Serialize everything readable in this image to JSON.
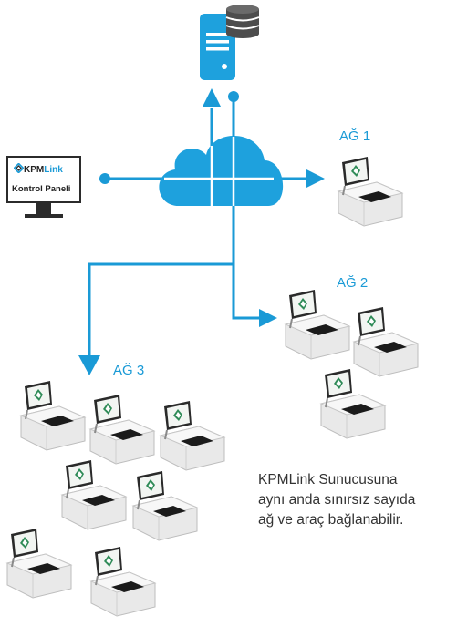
{
  "colors": {
    "accent": "#1a9ad6",
    "line": "#1a9ad6",
    "device_body": "#ededed",
    "screen_green": "#2e8b57"
  },
  "networks": [
    {
      "id": "ag1",
      "label": "AĞ 1",
      "device_count": 1
    },
    {
      "id": "ag2",
      "label": "AĞ 2",
      "device_count": 3
    },
    {
      "id": "ag3",
      "label": "AĞ 3",
      "device_count": 7
    }
  ],
  "control_panel": {
    "logo_prefix": "KPM",
    "logo_suffix": "Link",
    "label": "Kontrol Paneli"
  },
  "server": {
    "icon": "server-database-icon"
  },
  "cloud": {
    "icon": "cloud-icon"
  },
  "caption": {
    "lines": [
      "KPMLink Sunucusuna",
      "aynı anda sınırsız sayıda",
      "ağ ve araç bağlanabilir."
    ]
  }
}
